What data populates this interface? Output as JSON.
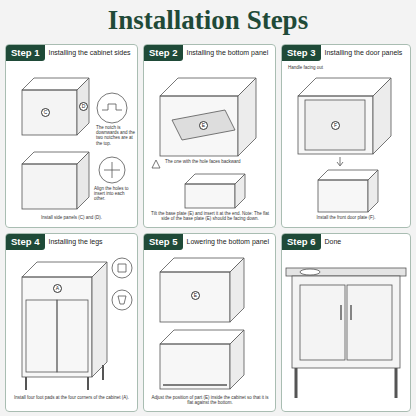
{
  "diagram": {
    "title": "Installation Steps",
    "nodes": [
      {
        "text": [
          "Step 1",
          "Installing the cabinet sides"
        ]
      },
      {
        "text": [
          "Step 2",
          "Installing the bottom panel"
        ]
      },
      {
        "text": [
          "Step 3",
          "Installing the door panels"
        ]
      },
      {
        "text": [
          "Step 4",
          "Installing the legs"
        ]
      },
      {
        "text": [
          "Step 5",
          "Lowering the bottom panel"
        ]
      },
      {
        "text": [
          "Step 6",
          "Done"
        ]
      }
    ],
    "edges": [],
    "labels": [
      "The notch is downwards and the two notches are at the top.",
      "C",
      "D",
      "Align the holes to insert into each other.",
      "Install side panels (C) and (D).",
      "E",
      "The one with the hole faces backward",
      "Tilt the base plate (E) and insert it at the end. Note: The flat side of the base plate (E) should be facing down.",
      "Handle facing out",
      "F",
      "Install the front door plate (F).",
      "A",
      "Install four foot pads at the four corners of the cabinet (A).",
      "E",
      "Adjust the position of part (E) inside the cabinet so that it is flat against the bottom."
    ]
  }
}
